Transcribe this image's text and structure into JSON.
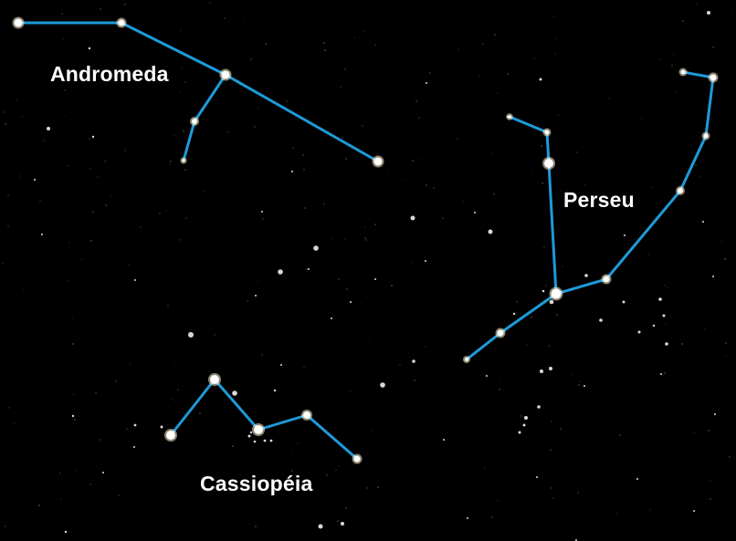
{
  "constellations": {
    "andromeda": {
      "label": "Andromeda"
    },
    "perseu": {
      "label": "Perseu"
    },
    "cassiopeia": {
      "label": "Cassiopéia"
    }
  },
  "colors": {
    "background": "#000000",
    "connector_lines": "#1e9ad8",
    "stars": "#ffffff",
    "labels": "#ffffff"
  }
}
